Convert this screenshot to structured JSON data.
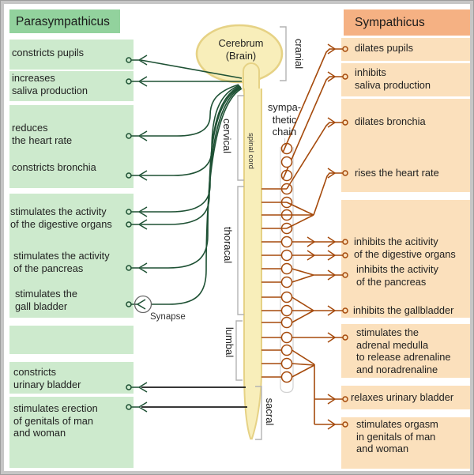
{
  "left_panel": {
    "title": "Parasympathicus",
    "items": [
      "constricts pupils",
      "increases\nsaliva production",
      "reduces\nthe heart rate",
      "constricts bronchia",
      "stimulates the activity\nof the digestive organs",
      "stimulates the activity\nof the pancreas",
      "stimulates the\ngall bladder",
      "constricts\nurinary bladder",
      "stimulates erection\nof genitals of man\nand woman"
    ]
  },
  "right_panel": {
    "title": "Sympathicus",
    "items": [
      "dilates pupils",
      "inhibits\nsaliva production",
      "dilates bronchia",
      "rises the heart rate",
      "inhibits the acitivity\nof the digestive organs",
      "inhibits the activity\nof the pancreas",
      "inhibits the gallbladder",
      "stimulates the\nadrenal medulla\nto release adrenaline\nand noradrenaline",
      "relaxes urinary bladder",
      "stimulates orgasm\nin genitals of man\nand woman"
    ]
  },
  "center": {
    "brain_label": "Cerebrum\n(Brain)",
    "spinal_cord_label": "spinal cord",
    "chain_label": "sympa-\nthetic\nchain",
    "synapse_label": "Synapse",
    "region_labels": [
      "cranial",
      "cervical",
      "thoracal",
      "lumbal",
      "sacral"
    ]
  },
  "colors": {
    "left_header_bg": "#92d29d",
    "left_item_bg": "#cdeacd",
    "right_header_bg": "#f5b183",
    "right_item_bg": "#fbe0bc",
    "parasympathetic_line": "#1e5134",
    "sacral_line": "#1c1c1c",
    "sympathetic_line": "#a54a0c",
    "cord_fill": "#f8eeba",
    "cord_stroke": "#e6d285",
    "text": "#1f1f1f",
    "bracket": "#b3b3b3",
    "frame": "#c6c6c6"
  }
}
